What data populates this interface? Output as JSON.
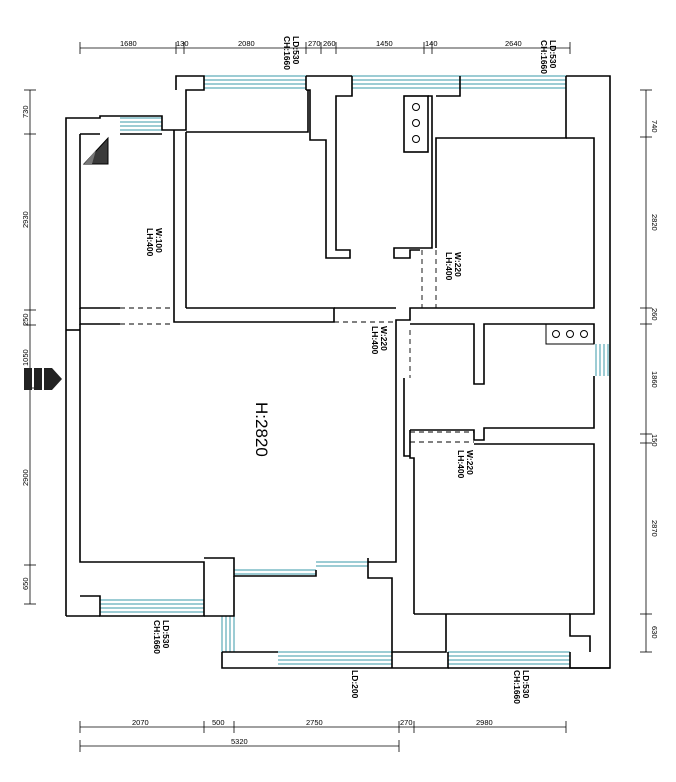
{
  "plan": {
    "ceiling_height": "H:2820",
    "dims_top": [
      "1680",
      "130",
      "2080",
      "270",
      "260",
      "1450",
      "140",
      "2640"
    ],
    "dims_bottom": [
      "2070",
      "500",
      "2750",
      "270",
      "2980"
    ],
    "dim_bottom_total": "5320",
    "dims_left": [
      "730",
      "2930",
      "250",
      "1050",
      "2900",
      "650"
    ],
    "dims_right": [
      "740",
      "2820",
      "260",
      "1860",
      "150",
      "2870",
      "630"
    ],
    "annotations": {
      "w100": [
        "W:100",
        "LH:400"
      ],
      "w220_a": [
        "W:220",
        "LH:400"
      ],
      "w220_b": [
        "W:220",
        "LH:400"
      ],
      "w220_c": [
        "W:220",
        "LH:400"
      ],
      "ld530_top_a": [
        "LD:530",
        "CH:1660"
      ],
      "ld530_top_b": [
        "LD:530",
        "CH:1660"
      ],
      "ld530_bl": [
        "LD:530",
        "CH:1660"
      ],
      "ld530_br": [
        "LD:530",
        "CH:1660"
      ],
      "ld200": [
        "LD:200"
      ]
    }
  }
}
